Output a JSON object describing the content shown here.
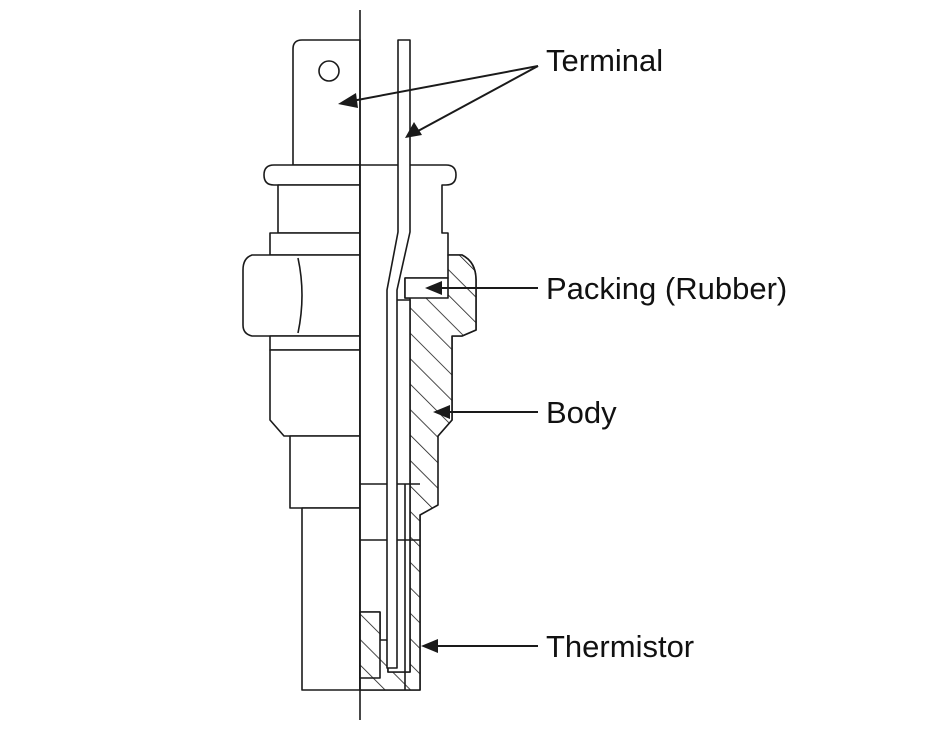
{
  "labels": {
    "terminal": "Terminal",
    "packing": "Packing (Rubber)",
    "body": "Body",
    "thermistor": "Thermistor"
  },
  "colors": {
    "line": "#1a1a1a",
    "background": "#ffffff"
  }
}
